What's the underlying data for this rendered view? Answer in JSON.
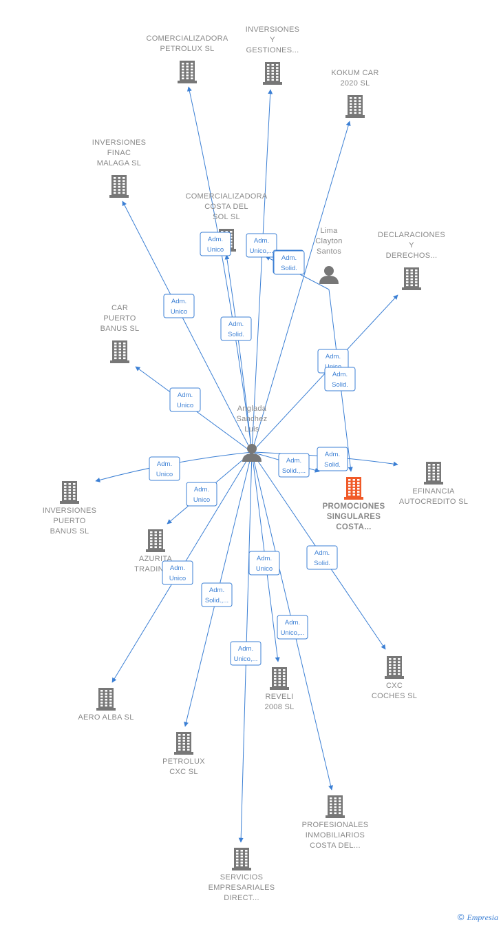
{
  "footer": {
    "copyright_symbol": "©",
    "brand": "Empresia"
  },
  "nodes": [
    {
      "id": "anglada",
      "type": "person",
      "lines": [
        "Anglada",
        "Sanchez",
        "Luis"
      ]
    },
    {
      "id": "lima",
      "type": "person",
      "lines": [
        "Lima",
        "Clayton",
        "Santos"
      ]
    },
    {
      "id": "promociones",
      "type": "company",
      "highlight": true,
      "lines": [
        "PROMOCIONES",
        "SINGULARES",
        "COSTA..."
      ]
    },
    {
      "id": "comercial_petrolux",
      "type": "company",
      "lines": [
        "COMERCIALIZADORA",
        "PETROLUX  SL"
      ]
    },
    {
      "id": "inversiones_gestiones",
      "type": "company",
      "lines": [
        "INVERSIONES",
        "Y",
        "GESTIONES..."
      ]
    },
    {
      "id": "kokum",
      "type": "company",
      "lines": [
        "KOKUM CAR",
        "2020 SL"
      ]
    },
    {
      "id": "inversiones_finac",
      "type": "company",
      "lines": [
        "INVERSIONES",
        "FINAC",
        "MALAGA SL"
      ]
    },
    {
      "id": "comercial_costa",
      "type": "company",
      "lines": [
        "COMERCIALIZADORA",
        "COSTA DEL",
        "SOL  SL"
      ]
    },
    {
      "id": "declaraciones",
      "type": "company",
      "lines": [
        "DECLARACIONES",
        "Y",
        "DERECHOS..."
      ]
    },
    {
      "id": "car_puerto",
      "type": "company",
      "lines": [
        "CAR",
        "PUERTO",
        "BANUS SL"
      ]
    },
    {
      "id": "efinancia",
      "type": "company",
      "lines": [
        "EFINANCIA",
        "AUTOCREDITO SL"
      ]
    },
    {
      "id": "inversiones_puerto",
      "type": "company",
      "lines": [
        "INVERSIONES",
        "PUERTO",
        "BANUS SL"
      ]
    },
    {
      "id": "azurita",
      "type": "company",
      "lines": [
        "AZURITA",
        "TRADING..."
      ]
    },
    {
      "id": "aero_alba",
      "type": "company",
      "lines": [
        "AERO ALBA SL"
      ]
    },
    {
      "id": "petrolux_cxc",
      "type": "company",
      "lines": [
        "PETROLUX",
        "CXC  SL"
      ]
    },
    {
      "id": "reveli",
      "type": "company",
      "lines": [
        "REVELI",
        "2008 SL"
      ]
    },
    {
      "id": "cxc_coches",
      "type": "company",
      "lines": [
        "CXC",
        "COCHES  SL"
      ]
    },
    {
      "id": "profesionales",
      "type": "company",
      "lines": [
        "PROFESIONALES",
        "INMOBILIARIOS",
        "COSTA DEL..."
      ]
    },
    {
      "id": "servicios",
      "type": "company",
      "lines": [
        "SERVICIOS",
        "EMPRESARIALES",
        "DIRECT..."
      ]
    }
  ],
  "edges": [
    {
      "from": "anglada",
      "to": "comercial_petrolux",
      "label": [
        "Adm.",
        "Unico"
      ]
    },
    {
      "from": "anglada",
      "to": "inversiones_gestiones",
      "label": [
        "Adm.",
        "Unico,..."
      ]
    },
    {
      "from": "anglada",
      "to": "kokum",
      "label": [
        "Adm.",
        "Solid."
      ]
    },
    {
      "from": "anglada",
      "to": "inversiones_finac",
      "label": [
        "Adm.",
        "Unico"
      ]
    },
    {
      "from": "anglada",
      "to": "comercial_costa",
      "label": [
        "Adm.",
        "Solid."
      ]
    },
    {
      "from": "anglada",
      "to": "declaraciones",
      "label": [
        "Adm.",
        "Unico"
      ]
    },
    {
      "from": "anglada",
      "to": "car_puerto",
      "label": [
        "Adm.",
        "Unico"
      ]
    },
    {
      "from": "anglada",
      "to": "promociones",
      "label": [
        "Adm.",
        "Solid.,..."
      ]
    },
    {
      "from": "anglada",
      "to": "efinancia",
      "label": [
        "Adm.",
        "Solid."
      ]
    },
    {
      "from": "anglada",
      "to": "inversiones_puerto",
      "label": [
        "Adm.",
        "Unico"
      ]
    },
    {
      "from": "anglada",
      "to": "azurita",
      "label": [
        "Adm.",
        "Unico"
      ]
    },
    {
      "from": "anglada",
      "to": "aero_alba",
      "label": [
        "Adm.",
        "Unico"
      ]
    },
    {
      "from": "anglada",
      "to": "petrolux_cxc",
      "label": [
        "Adm.",
        "Solid.,..."
      ]
    },
    {
      "from": "anglada",
      "to": "reveli",
      "label": [
        "Adm.",
        "Unico"
      ]
    },
    {
      "from": "anglada",
      "to": "cxc_coches",
      "label": [
        "Adm.",
        "Solid."
      ]
    },
    {
      "from": "anglada",
      "to": "profesionales",
      "label": [
        "Adm.",
        "Unico,..."
      ]
    },
    {
      "from": "anglada",
      "to": "servicios",
      "label": [
        "Adm.",
        "Unico,..."
      ]
    },
    {
      "from": "lima",
      "to": "promociones",
      "label": [
        "Adm.",
        "Solid."
      ]
    },
    {
      "from": "lima",
      "to": "comercial_costa",
      "label": [
        "Adm.",
        "Solid."
      ]
    }
  ]
}
